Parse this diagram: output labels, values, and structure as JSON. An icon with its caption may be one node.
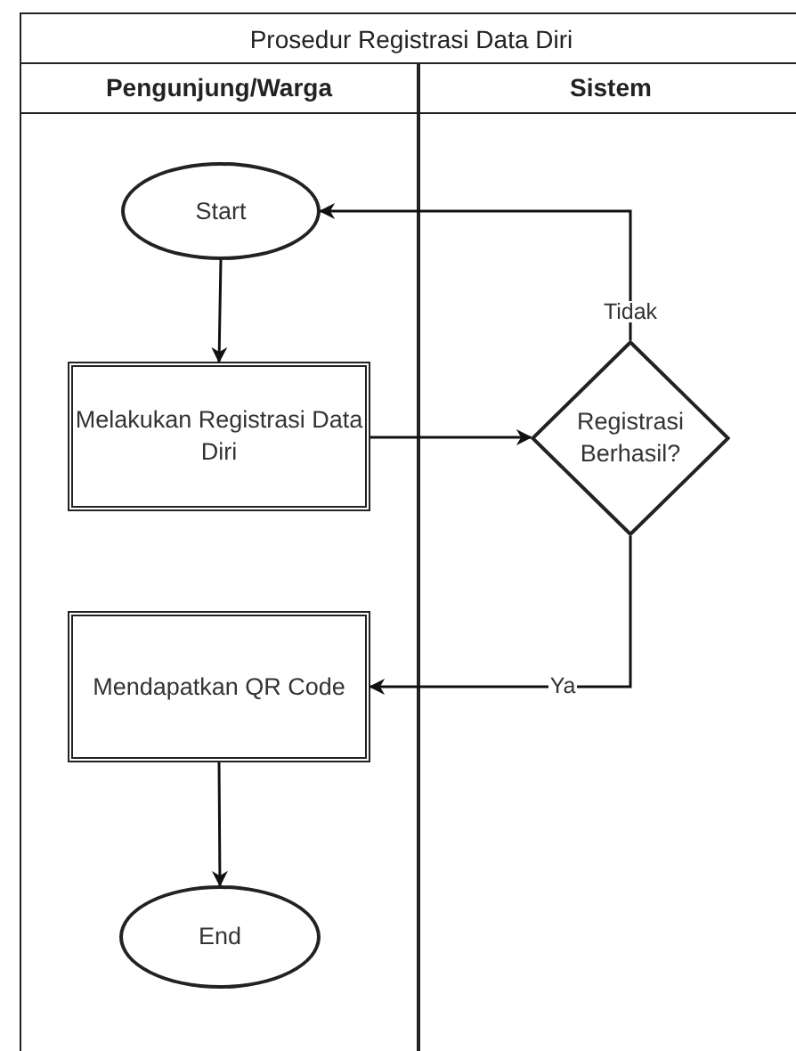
{
  "diagram": {
    "title": "Prosedur Registrasi Data Diri",
    "nodes": [
      {
        "text": [
          "Pengunjung/Warga"
        ]
      },
      {
        "text": [
          "Sistem"
        ]
      },
      {
        "text": [
          "Start"
        ],
        "in": 0
      },
      {
        "text": [
          "Melakukan Registrasi Data Diri"
        ],
        "in": 0
      },
      {
        "text": [
          "Registrasi Berhasil?"
        ],
        "in": 1
      },
      {
        "text": [
          "Mendapatkan QR Code"
        ],
        "in": 0
      },
      {
        "text": [
          "End"
        ],
        "in": 0
      }
    ],
    "edges": [
      {
        "from": 2,
        "to": 3,
        "arrow": "to"
      },
      {
        "from": 3,
        "to": 4,
        "arrow": "to"
      },
      {
        "from": 4,
        "to": 2,
        "arrow": "to",
        "label": "Tidak"
      },
      {
        "from": 4,
        "to": 5,
        "arrow": "to",
        "label": "Ya"
      },
      {
        "from": 5,
        "to": 6,
        "arrow": "to"
      }
    ]
  }
}
